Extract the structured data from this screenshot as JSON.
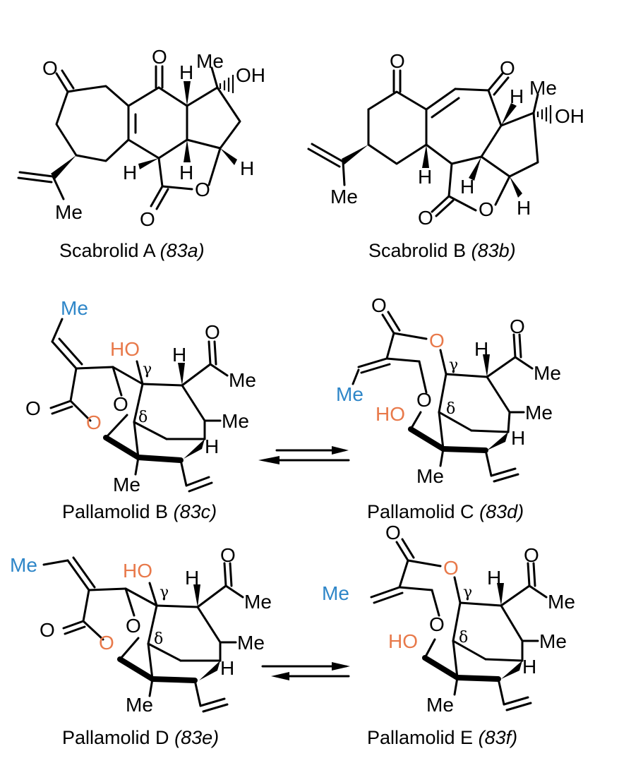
{
  "colors": {
    "bond": "#000000",
    "methyl_blue": "#2e86c8",
    "oxygen_orange": "#e8794a"
  },
  "atom_labels": {
    "O": "O",
    "OH": "OH",
    "HO": "HO",
    "H": "H",
    "Me": "Me"
  },
  "greek": {
    "gamma": "γ",
    "delta": "δ"
  },
  "compounds": [
    {
      "name": "Scabrolid A",
      "id": "(83a)"
    },
    {
      "name": "Scabrolid B",
      "id": "(83b)"
    },
    {
      "name": "Pallamolid B",
      "id": "(83c)"
    },
    {
      "name": "Pallamolid C",
      "id": "(83d)"
    },
    {
      "name": "Pallamolid D",
      "id": "(83e)"
    },
    {
      "name": "Pallamolid E",
      "id": "(83f)"
    }
  ],
  "equilibria": [
    {
      "between": [
        "Pallamolid B",
        "Pallamolid C"
      ],
      "symbol": "equilibrium-arrows"
    },
    {
      "between": [
        "Pallamolid D",
        "Pallamolid E"
      ],
      "symbol": "equilibrium-arrows"
    }
  ]
}
